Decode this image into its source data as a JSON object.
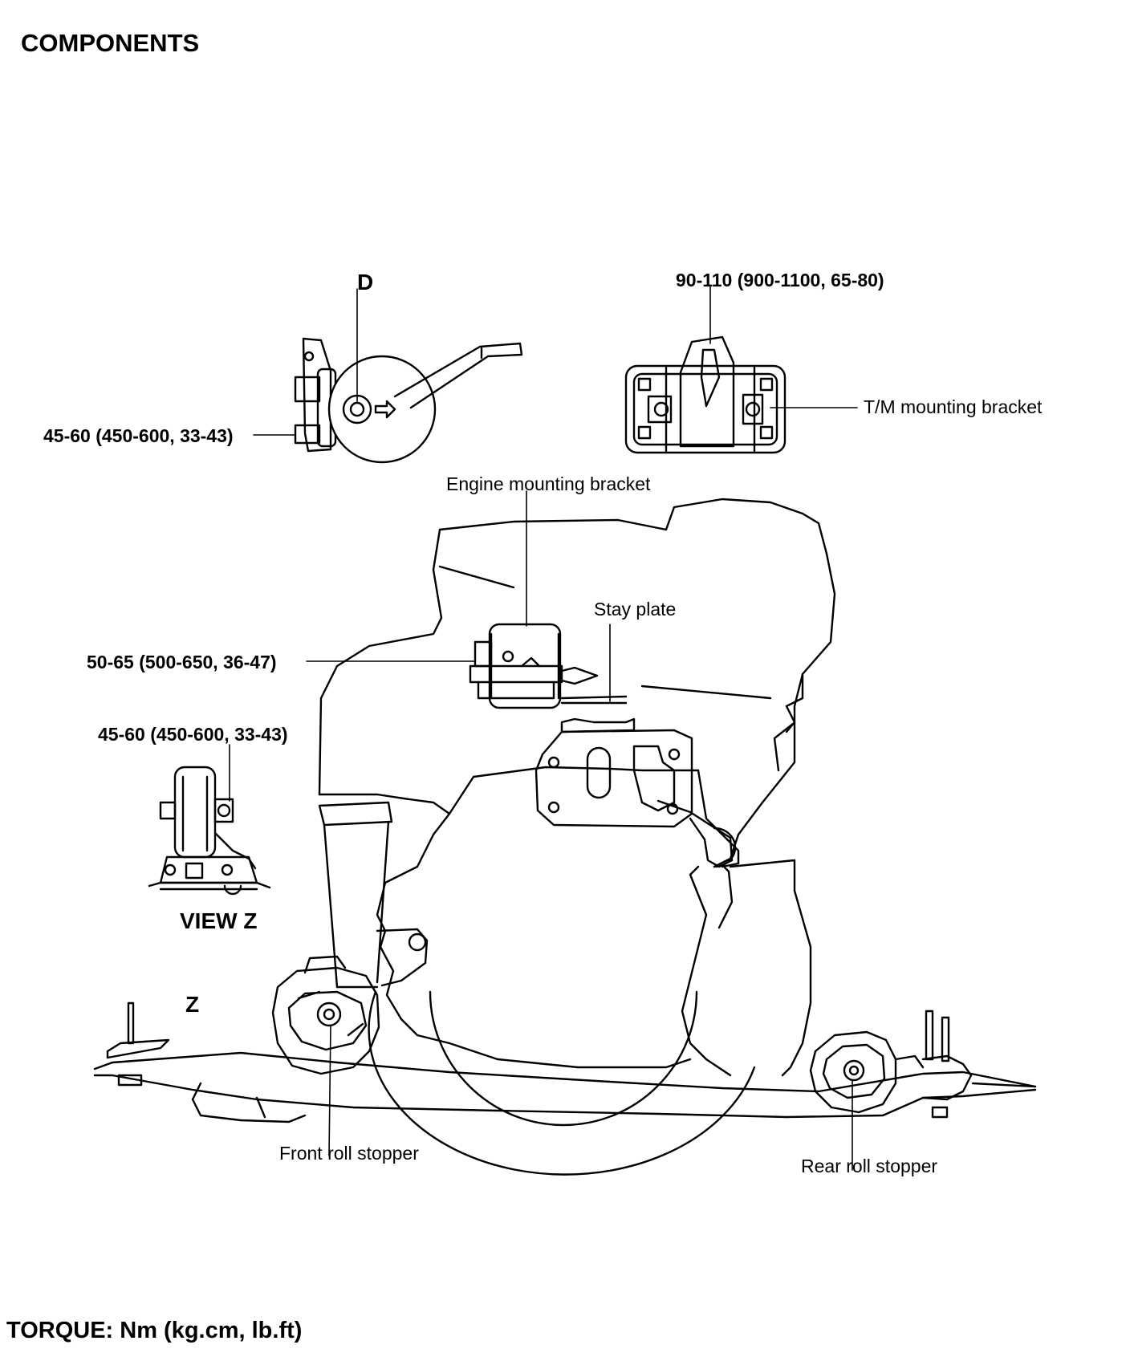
{
  "header": {
    "title": "COMPONENTS"
  },
  "labels": {
    "detail_d": "D",
    "torque_tm_top": "90-110 (900-1100, 65-80)",
    "tm_mounting_bracket": "T/M mounting bracket",
    "torque_detail_d": "45-60 (450-600, 33-43)",
    "engine_mounting_bracket": "Engine mounting bracket",
    "stay_plate": "Stay plate",
    "torque_engine_bracket": "50-65 (500-650, 36-47)",
    "torque_view_z": "45-60 (450-600, 33-43)",
    "view_z": "VIEW Z",
    "z_marker": "Z",
    "front_roll_stopper": "Front roll stopper",
    "rear_roll_stopper": "Rear roll stopper"
  },
  "footer": {
    "torque_units": "TORQUE: Nm (kg.cm, lb.ft)"
  },
  "colors": {
    "ink": "#000000",
    "paper": "#ffffff"
  }
}
